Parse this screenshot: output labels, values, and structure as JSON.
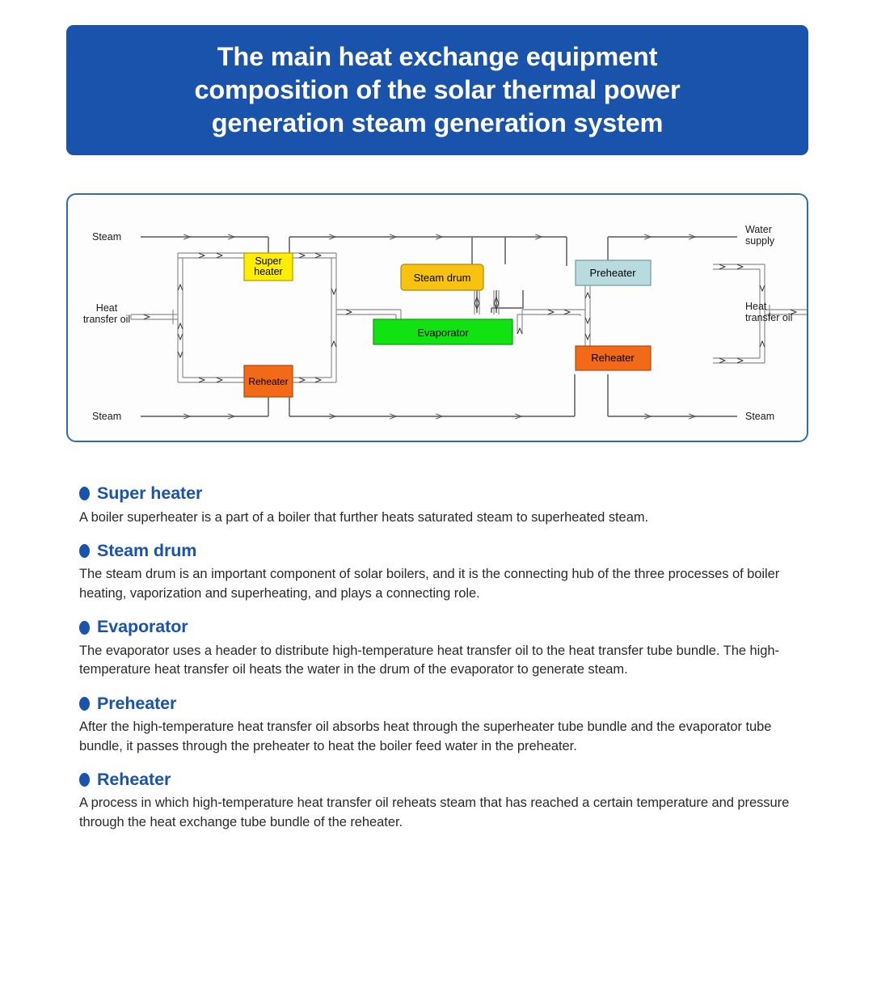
{
  "header": {
    "title": "The main heat exchange equipment\ncomposition of the solar thermal power\ngeneration steam generation system",
    "bg_color": "#1a53ab",
    "text_color": "#ffffff"
  },
  "diagram": {
    "border_color": "#2f6bb5",
    "background": "#fdfdfd",
    "edge_labels": {
      "steam_top_left": "Steam",
      "heat_transfer_oil_left": "Heat\ntransfer oil",
      "heat_transfer_oil_left_line1": "Heat",
      "heat_transfer_oil_left_line2": "transfer oil",
      "steam_bottom_left": "Steam",
      "water_supply_line1": "Water",
      "water_supply_line2": "supply",
      "heat_transfer_oil_right_line1": "Heat",
      "heat_transfer_oil_right_line2": "transfer oil",
      "steam_bottom_right": "Steam"
    },
    "boxes": [
      {
        "id": "super-heater",
        "label": "Super heater",
        "label_line1": "Super",
        "label_line2": "heater",
        "color": "#ffee00",
        "border": "#b09a00",
        "text_color": "#000000"
      },
      {
        "id": "reheater-left",
        "label": "Reheater",
        "color": "#f26a17",
        "border": "#b24a0a",
        "text_color": "#000000"
      },
      {
        "id": "steam-drum",
        "label": "Steam drum",
        "color": "#f8c211",
        "border": "#b08a06",
        "text_color": "#000000"
      },
      {
        "id": "evaporator",
        "label": "Evaporator",
        "color": "#11e211",
        "border": "#0a9a0a",
        "text_color": "#000000"
      },
      {
        "id": "preheater",
        "label": "Preheater",
        "color": "#b8dbe0",
        "border": "#6d9aa0",
        "text_color": "#000000"
      },
      {
        "id": "reheater-right",
        "label": "Reheater",
        "color": "#f26a17",
        "border": "#b24a0a",
        "text_color": "#000000"
      }
    ]
  },
  "sections": [
    {
      "id": "super-heater",
      "title": "Super heater",
      "body": "A boiler superheater is a part of a boiler that further heats saturated steam to superheated steam."
    },
    {
      "id": "steam-drum",
      "title": "Steam drum",
      "body": "The steam drum is an important component of solar boilers, and it is the connecting hub of the three processes of boiler heating, vaporization and superheating, and plays a connecting role."
    },
    {
      "id": "evaporator",
      "title": "Evaporator",
      "body": "The evaporator uses a header to distribute high-temperature heat transfer oil to the heat transfer tube bundle. The high-temperature heat transfer oil heats the water in the drum of the evaporator to generate steam."
    },
    {
      "id": "preheater",
      "title": "Preheater",
      "body": "After the high-temperature heat transfer oil absorbs heat through the superheater tube bundle and the evaporator tube bundle, it passes through the preheater to heat the boiler feed water in the preheater."
    },
    {
      "id": "reheater",
      "title": "Reheater",
      "body": "A process in which high-temperature heat transfer oil reheats steam that has reached a certain temperature and pressure through the heat exchange tube bundle of the reheater."
    }
  ],
  "accent_color": "#1a53ab"
}
